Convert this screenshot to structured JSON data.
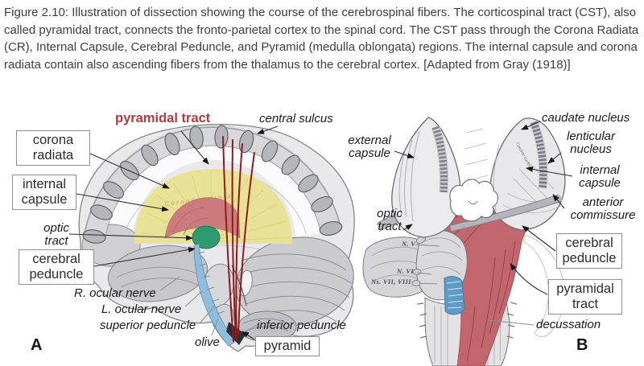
{
  "caption": {
    "text": "Figure 2.10: Illustration of dissection showing the course of the cerebrospinal fibers. The corticospinal tract (CST), also called pyramidal tract, connects the fronto-parietal cortex to the spinal cord. The CST pass through the Corona Radiata (CR), Internal Capsule, Cerebral Peduncle, and Pyramid (medulla oblongata) regions. The internal capsule and corona radiata contain also ascending fibers from the thalamus to the cerebral cortex. [Adapted from Gray (1918)]"
  },
  "panelA": {
    "letter": "A",
    "labels": {
      "pyramidal_tract": "pyramidal tract",
      "central_sulcus": "central sulcus",
      "corona_radiata": "corona radiata",
      "internal_capsule": "internal capsule",
      "optic_tract": "optic tract",
      "cerebral_peduncle": "cerebral peduncle",
      "r_ocular_nerve": "R. ocular nerve",
      "l_ocular_nerve": "L. ocular nerve",
      "superior_peduncle": "superior peduncle",
      "olive": "olive",
      "inferior_peduncle": "inferior peduncle",
      "pyramid": "pyramid",
      "corona_watermark": "Corona radiata"
    }
  },
  "panelB": {
    "letter": "B",
    "labels": {
      "caudate_nucleus": "caudate nucleus",
      "lenticular_nucleus": "lenticular nucleus",
      "external_capsule": "external capsule",
      "internal_capsule": "internal capsule",
      "anterior_commissure": "anterior commissure",
      "optic_tract": "optic tract",
      "nerve_v": "N. V",
      "nerve_vi": "N. VI",
      "nerves_vii_viii": "Ns. VII, VIII",
      "cerebral_peduncle": "cerebral peduncle",
      "pyramidal_tract": "pyramidal tract",
      "decussation": "decussation",
      "caudate_watermark": "Caudate nucleus"
    }
  },
  "colors": {
    "label_red": "#b23b3b",
    "corona_radiata_yellow": "#e7e295",
    "internal_capsule_pink": "#cb7b7b",
    "thalamus_green": "#2f9a71",
    "peduncle_blue": "#8fbedd",
    "pyramidal_fibers_red": "#8f1c1c",
    "tract_red_panel_b": "#c2666b"
  }
}
